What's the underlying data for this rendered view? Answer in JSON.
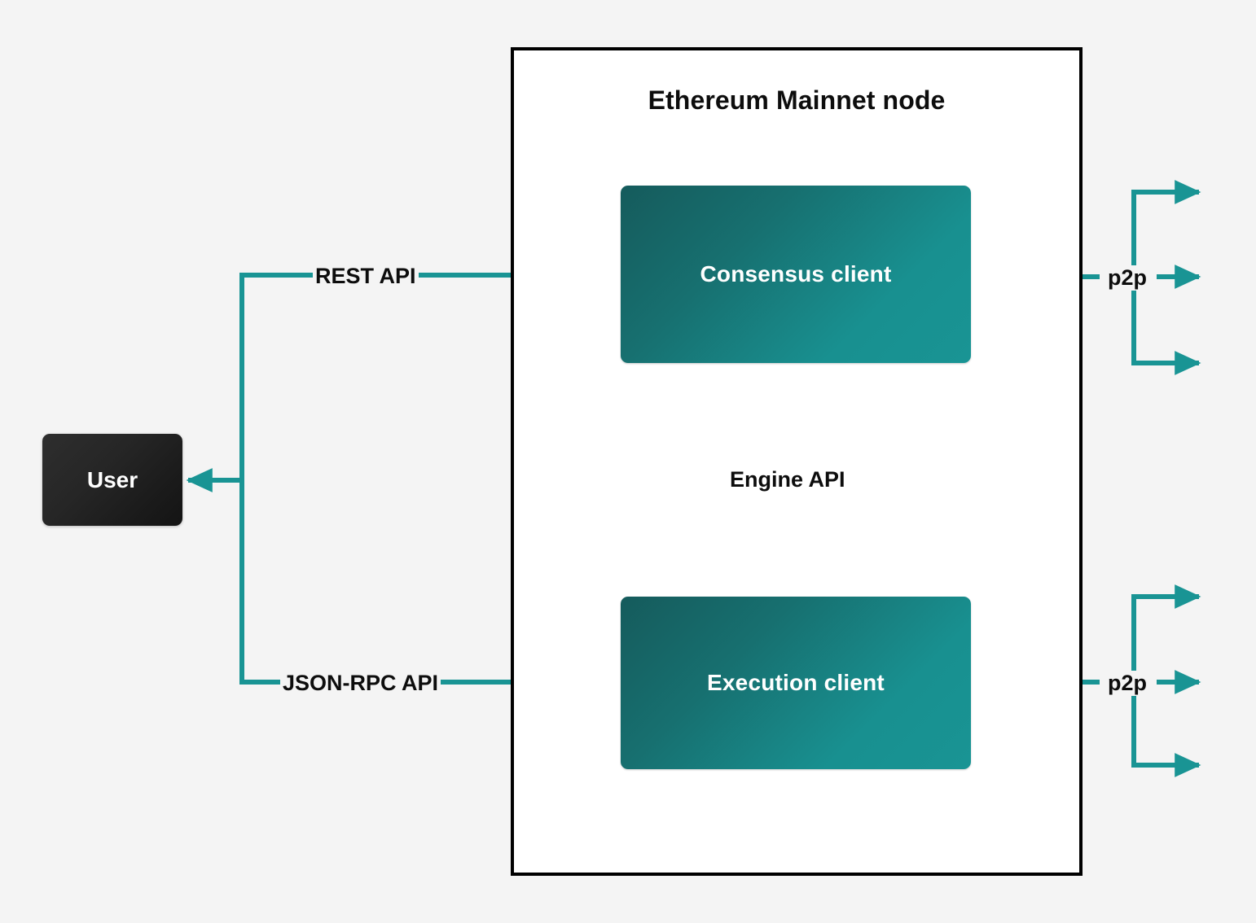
{
  "diagram": {
    "title": "Ethereum Mainnet node",
    "background_color": "#f4f4f4",
    "accent_color": "#199494",
    "node_border_color": "#000000",
    "node_fill_color": "#ffffff"
  },
  "nodes": {
    "user": {
      "label": "User",
      "fill_start": "#2e2e2e",
      "fill_end": "#141414",
      "text_color": "#ffffff"
    },
    "consensus_client": {
      "label": "Consensus client",
      "fill_start": "#155b5c",
      "fill_end": "#199494",
      "text_color": "#ffffff"
    },
    "execution_client": {
      "label": "Execution client",
      "fill_start": "#155b5c",
      "fill_end": "#199494",
      "text_color": "#ffffff"
    }
  },
  "edges": {
    "rest_api": {
      "label": "REST API",
      "from": "user",
      "to": "consensus_client",
      "style": "solid"
    },
    "jsonrpc_api": {
      "label": "JSON-RPC API",
      "from": "user",
      "to": "execution_client",
      "style": "solid"
    },
    "engine_api": {
      "label": "Engine API",
      "from": "consensus_client",
      "to": "execution_client",
      "style": "solid-down-and-dashed-up"
    },
    "p2p_consensus": {
      "label": "p2p",
      "attached_to": "consensus_client",
      "style": "solid"
    },
    "p2p_execution": {
      "label": "p2p",
      "attached_to": "execution_client",
      "style": "solid"
    }
  }
}
